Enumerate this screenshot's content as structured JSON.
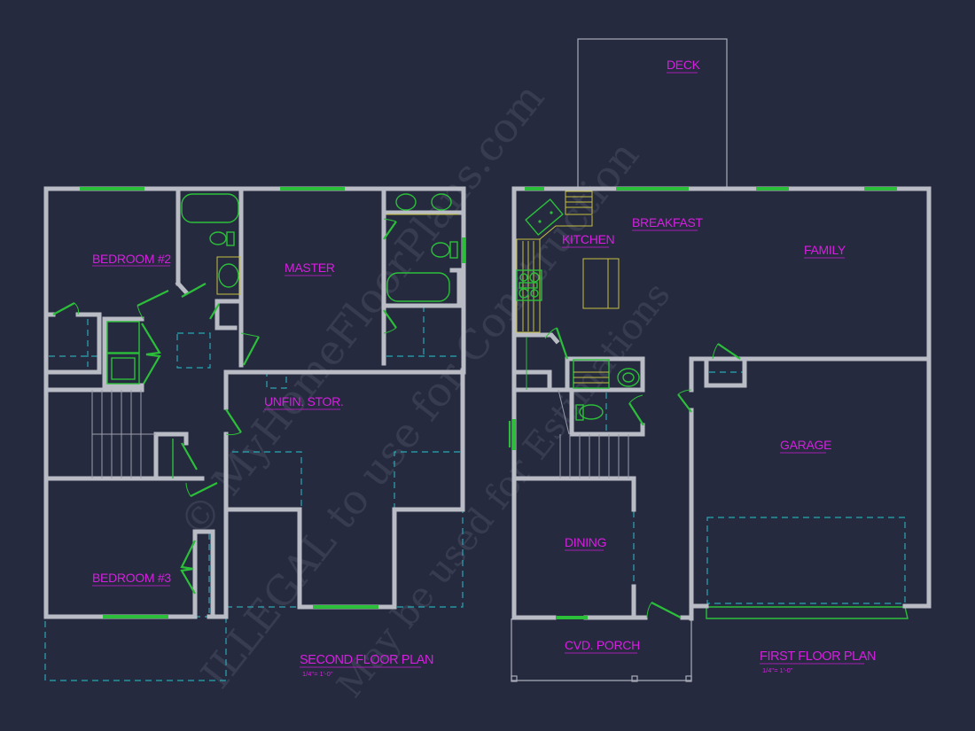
{
  "drawing": {
    "background_color": "#262a3e",
    "wall_color": "#b9bcc4",
    "window_color": "#2bbf3a",
    "label_color": "#d61fe0",
    "dashed_color": "#2aa7b5",
    "cabinet_color": "#c8c040"
  },
  "second_floor": {
    "title": "SECOND FLOOR PLAN",
    "scale": "1/4\"= 1'-0\"",
    "rooms": [
      {
        "id": "bedroom2",
        "label": "BEDROOM #2"
      },
      {
        "id": "master",
        "label": "MASTER"
      },
      {
        "id": "unfin_stor",
        "label": "UNFIN. STOR."
      },
      {
        "id": "bedroom3",
        "label": "BEDROOM #3"
      }
    ]
  },
  "first_floor": {
    "title": "FIRST FLOOR PLAN",
    "scale": "1/4\"= 1'-0\"",
    "rooms": [
      {
        "id": "deck",
        "label": "DECK"
      },
      {
        "id": "kitchen",
        "label": "KITCHEN"
      },
      {
        "id": "breakfast",
        "label": "BREAKFAST"
      },
      {
        "id": "family",
        "label": "FAMILY"
      },
      {
        "id": "garage",
        "label": "GARAGE"
      },
      {
        "id": "dining",
        "label": "DINING"
      },
      {
        "id": "cvd_porch",
        "label": "CVD. PORCH"
      }
    ]
  },
  "watermark": {
    "line1": "© MyHomeFloorPlans.com",
    "line2": "ILLEGAL to use for Construction",
    "line3": "May be used for Estimations"
  }
}
